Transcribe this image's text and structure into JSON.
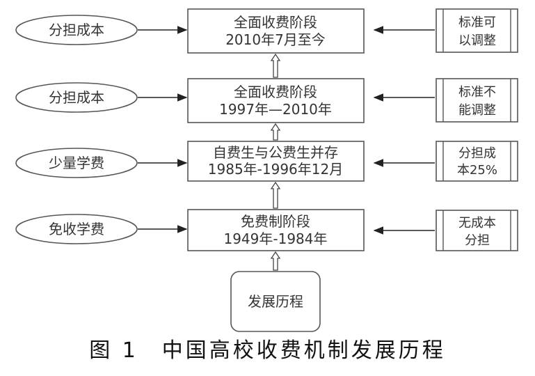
{
  "diagram": {
    "origin": "发展历程",
    "stages": [
      {
        "title": "全面收费阶段",
        "period": "2010年7月至今",
        "left_label": "分担成本",
        "right_line1": "标准可",
        "right_line2": "以调整"
      },
      {
        "title": "全面收费阶段",
        "period": "1997年—2010年",
        "left_label": "分担成本",
        "right_line1": "标准不",
        "right_line2": "能调整"
      },
      {
        "title": "自费生与公费生并存",
        "period": "1985年-1996年12月",
        "left_label": "少量学费",
        "right_line1": "分担成",
        "right_line2": "本25%"
      },
      {
        "title": "免费制阶段",
        "period": "1949年-1984年",
        "left_label": "免收学费",
        "right_line1": "无成本",
        "right_line2": "分担"
      }
    ]
  },
  "caption": "图 1　中国高校收费机制发展历程"
}
